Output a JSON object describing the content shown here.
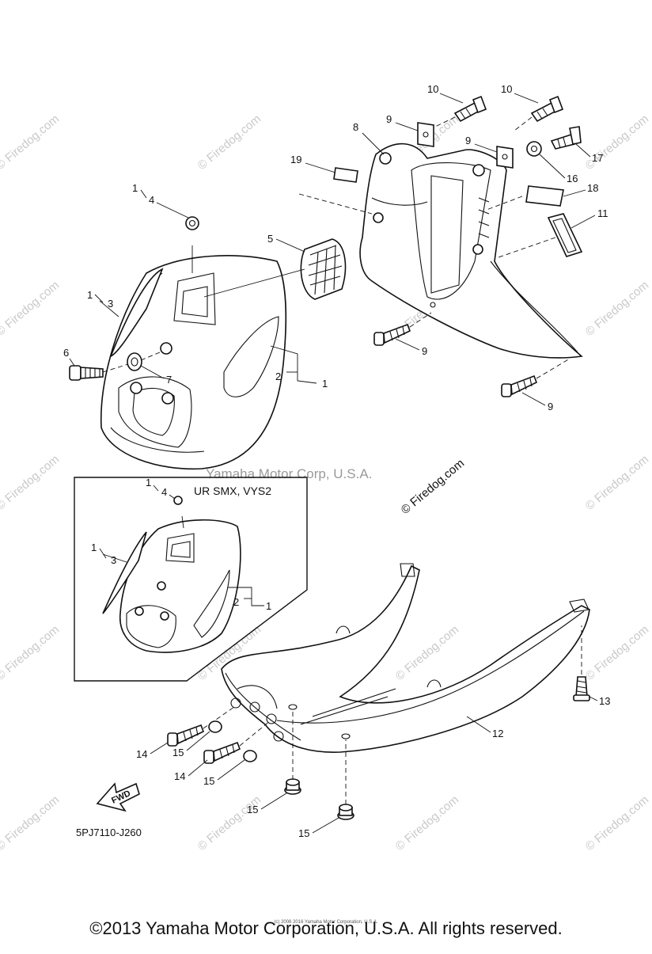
{
  "watermark": "© Firedog.com",
  "stamp_corp": "Yamaha Motor Corp, U.S.A.",
  "stamp_site": "© Firedog.com",
  "inset_title": "UR SMX, VYS2",
  "fwd_label": "FWD",
  "diagram_code": "5PJ7110-J260",
  "footer": "©2013 Yamaha Motor Corporation, U.S.A. All rights reserved.",
  "footer_small": "(c) 2006 2016 Yamaha Motor Corporation, U.S.A.",
  "callouts": {
    "c1": "1",
    "c2": "2",
    "c3": "3",
    "c4": "4",
    "c5": "5",
    "c6": "6",
    "c7": "7",
    "c8": "8",
    "c9": "9",
    "c10": "10",
    "c11": "11",
    "c12": "12",
    "c13": "13",
    "c14": "14",
    "c15": "15",
    "c16": "16",
    "c17": "17",
    "c18": "18",
    "c19": "19"
  }
}
